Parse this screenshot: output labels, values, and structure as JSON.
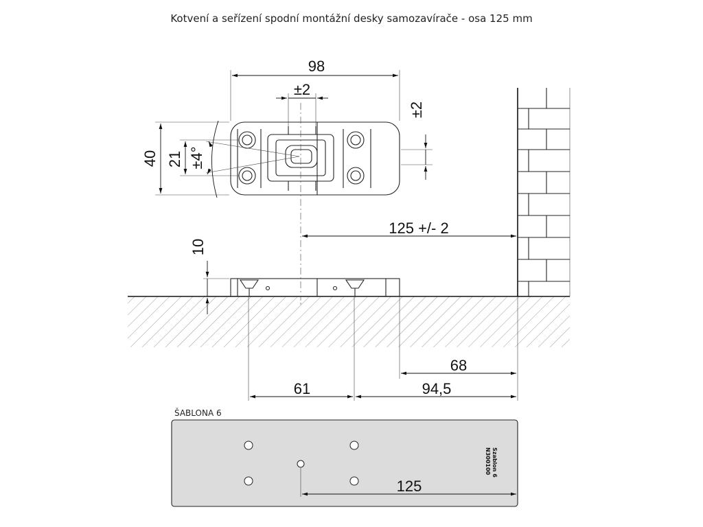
{
  "title": "Kotvení a seřízení spodní montážní desky samozavírače - osa 125 mm",
  "dimensions": {
    "width_98": "98",
    "pm2_horizontal": "±2",
    "pm2_vertical": "±2",
    "height_40": "40",
    "height_21": "21",
    "angle_pm4": "±4°",
    "axis_125": "125 +/- 2",
    "height_10": "10",
    "dist_68": "68",
    "dist_61": "61",
    "dist_94_5": "94,5"
  },
  "template": {
    "label": "ŠABLONA 6",
    "code_line1": "Szablon 6",
    "code_line2": "N300100",
    "dim_125": "125"
  },
  "colors": {
    "plate_fill": "#dcdcdc",
    "line": "#111111",
    "hatch": "#9a9a9a"
  }
}
